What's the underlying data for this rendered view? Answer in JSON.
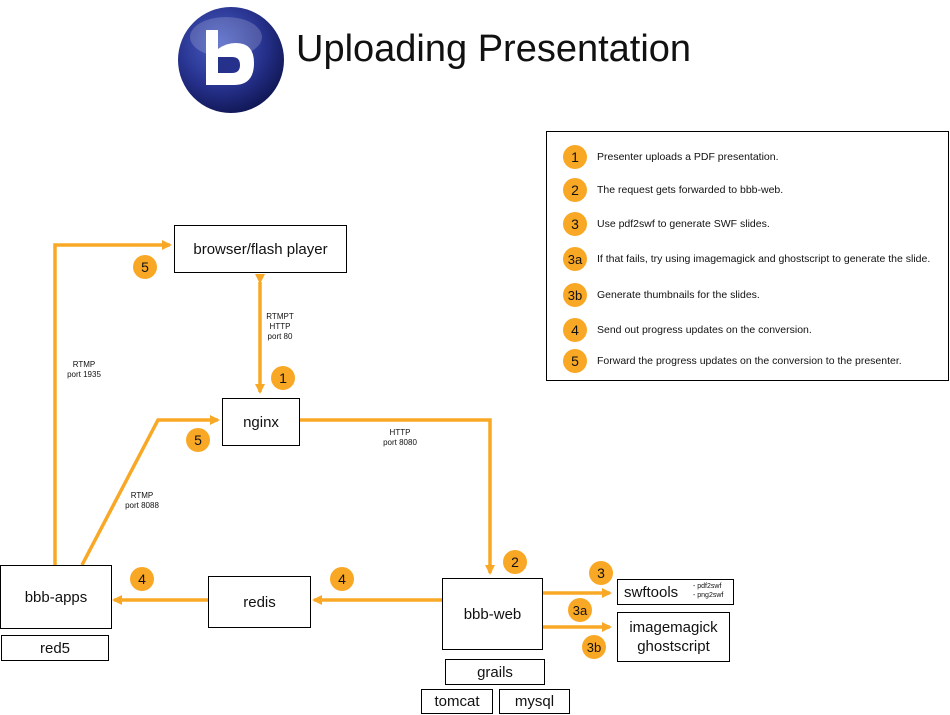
{
  "title": "Uploading Presentation",
  "logo": {
    "letter": "b",
    "colors": {
      "outer": "#1f2a7a",
      "inner": "#ffffff"
    }
  },
  "colors": {
    "accent": "#f9a825",
    "text": "#111111",
    "border": "#000000"
  },
  "components": {
    "browser": "browser/flash player",
    "nginx": "nginx",
    "bbb_apps": "bbb-apps",
    "red5": "red5",
    "redis": "redis",
    "bbb_web": "bbb-web",
    "grails": "grails",
    "tomcat": "tomcat",
    "mysql": "mysql",
    "swftools": "swftools",
    "swftools_sub1": "- pdf2swf",
    "swftools_sub2": "- png2swf",
    "imagemagick": "imagemagick",
    "ghostscript": "ghostscript"
  },
  "connections": {
    "browser_nginx": [
      "RTMPT",
      "HTTP",
      "port 80"
    ],
    "bbbapps_browser": [
      "RTMP",
      "port 1935"
    ],
    "bbbapps_nginx": [
      "RTMP",
      "port 8088"
    ],
    "nginx_bbbweb": [
      "HTTP",
      "port 8080"
    ]
  },
  "badges": {
    "b1": "1",
    "b2": "2",
    "b3": "3",
    "b3a": "3a",
    "b3b": "3b",
    "b4_redis": "4",
    "b4_apps": "4",
    "b5_nginx": "5",
    "b5_browser": "5"
  },
  "legend": [
    {
      "step": "1",
      "text": "Presenter uploads a PDF presentation."
    },
    {
      "step": "2",
      "text": "The request gets forwarded to bbb-web."
    },
    {
      "step": "3",
      "text": "Use pdf2swf to generate SWF slides."
    },
    {
      "step": "3a",
      "text": "If that fails, try using imagemagick and ghostscript to generate the slide."
    },
    {
      "step": "3b",
      "text": "Generate thumbnails for the slides."
    },
    {
      "step": "4",
      "text": "Send out progress updates on the conversion."
    },
    {
      "step": "5",
      "text": "Forward the progress updates on the conversion to the presenter."
    }
  ]
}
